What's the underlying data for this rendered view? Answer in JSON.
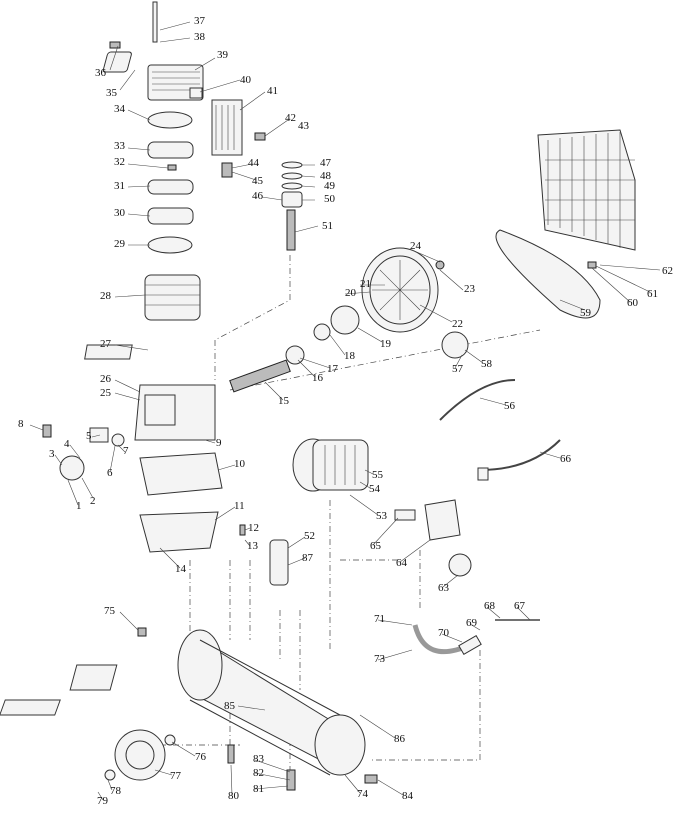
{
  "diagram": {
    "title_visible": false,
    "type": "exploded parts diagram - air compressor"
  },
  "labels": {
    "p1": "1",
    "p2": "2",
    "p3": "3",
    "p4": "4",
    "p5": "5",
    "p6": "6",
    "p7": "7",
    "p8": "8",
    "p9": "9",
    "p10": "10",
    "p11": "11",
    "p12": "12",
    "p13": "13",
    "p14": "14",
    "p15": "15",
    "p16": "16",
    "p17": "17",
    "p18": "18",
    "p19": "19",
    "p20": "20",
    "p21": "21",
    "p22": "22",
    "p23": "23",
    "p24": "24",
    "p25": "25",
    "p26": "26",
    "p27": "27",
    "p28": "28",
    "p29": "29",
    "p30": "30",
    "p31": "31",
    "p32": "32",
    "p33": "33",
    "p34": "34",
    "p35": "35",
    "p36": "36",
    "p37": "37",
    "p38": "38",
    "p39": "39",
    "p40": "40",
    "p41": "41",
    "p42": "42",
    "p43": "43",
    "p44": "44",
    "p45": "45",
    "p46": "46",
    "p47": "47",
    "p48": "48",
    "p49": "49",
    "p50": "50",
    "p51": "51",
    "p52": "52",
    "p53": "53",
    "p54": "54",
    "p55": "55",
    "p56": "56",
    "p57": "57",
    "p58": "58",
    "p59": "59",
    "p60": "60",
    "p61": "61",
    "p62": "62",
    "p63": "63",
    "p64": "64",
    "p65": "65",
    "p66": "66",
    "p67": "67",
    "p68": "68",
    "p69": "69",
    "p70": "70",
    "p71": "71",
    "p73": "73",
    "p74": "74",
    "p75": "75",
    "p76": "76",
    "p77": "77",
    "p78": "78",
    "p79": "79",
    "p80": "80",
    "p81": "81",
    "p82": "82",
    "p83": "83",
    "p84": "84",
    "p85": "85",
    "p86": "86",
    "p87": "87"
  }
}
